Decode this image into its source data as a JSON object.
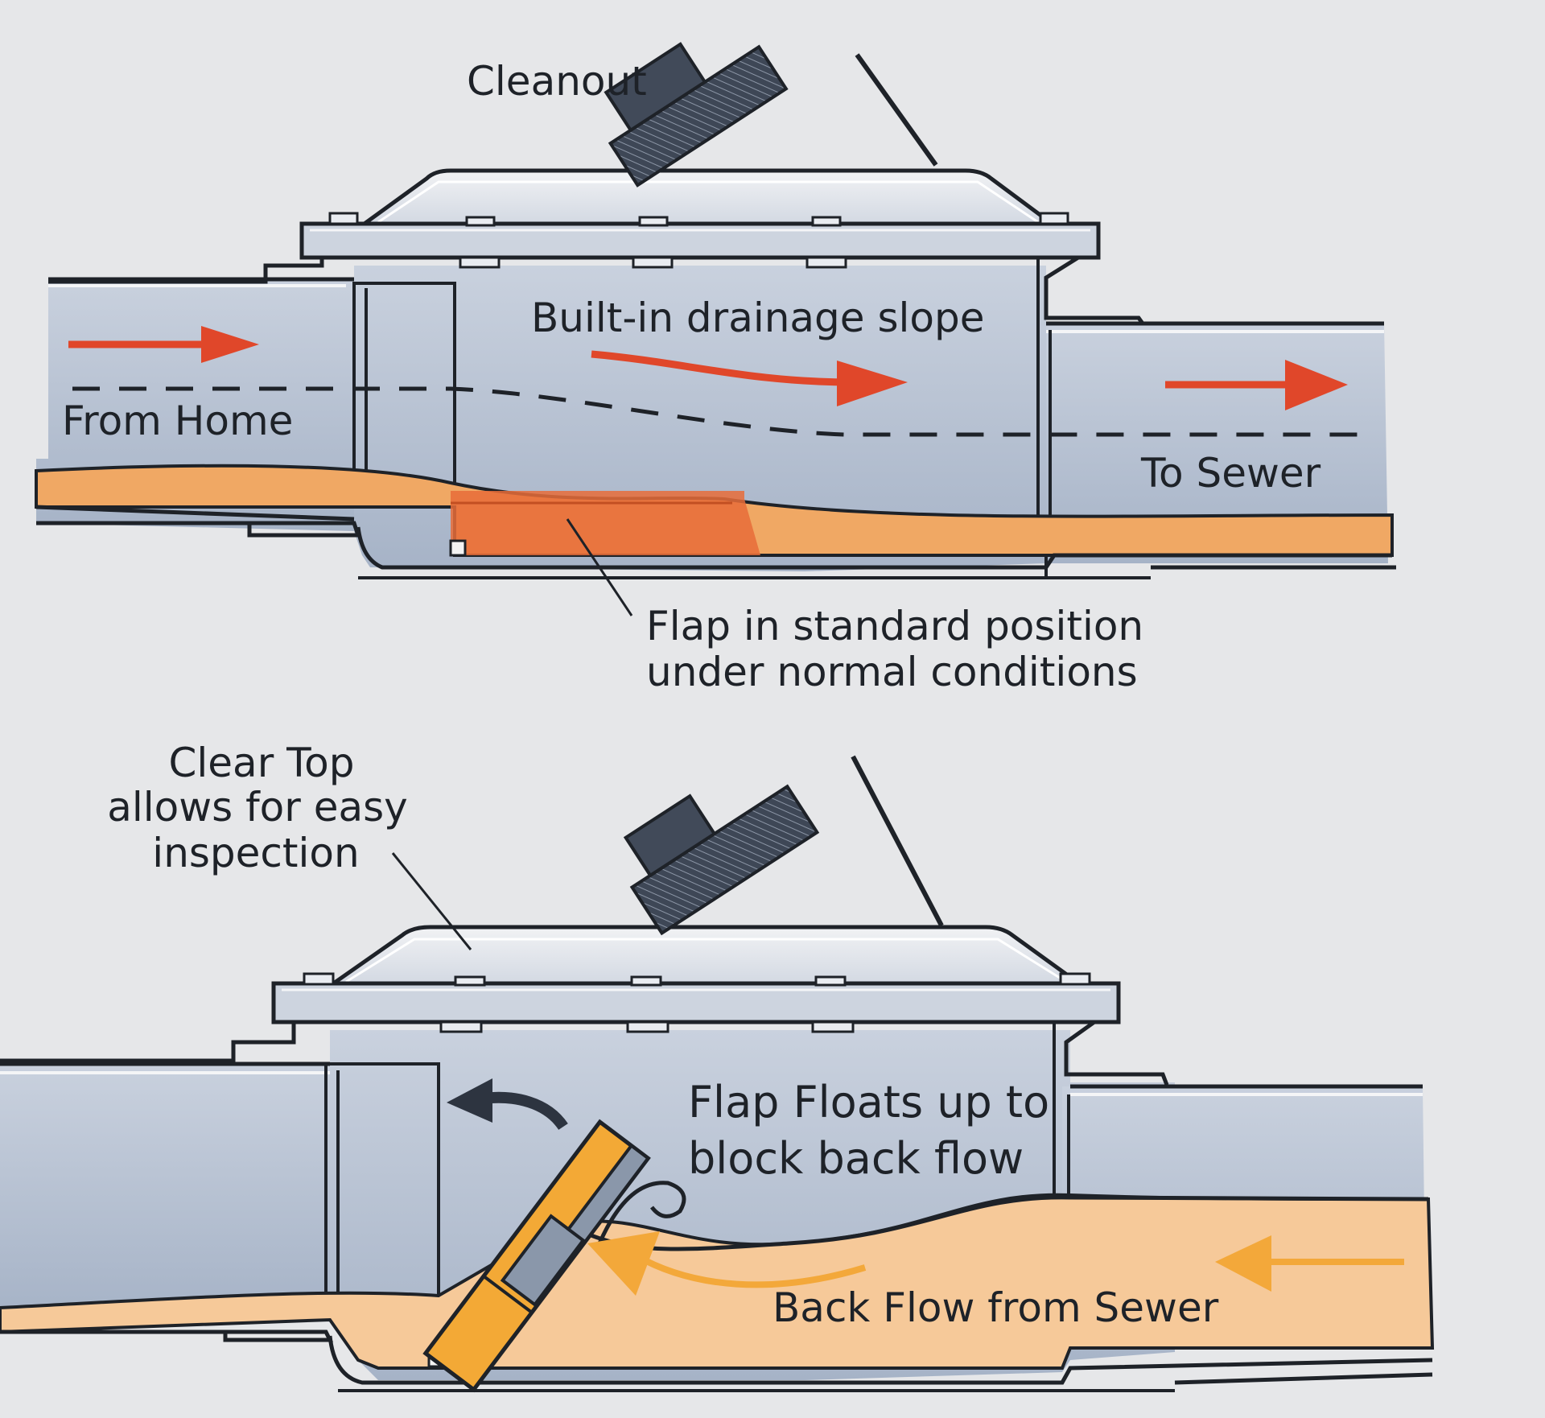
{
  "top_valve": {
    "cleanout_label": "Cleanout",
    "slope_label": "Built-in drainage slope",
    "from_label": "From Home",
    "to_label": "To Sewer",
    "flap_label_line1": "Flap in standard position",
    "flap_label_line2": "under normal conditions"
  },
  "bottom_valve": {
    "clear_top_line1": "Clear Top",
    "clear_top_line2": "allows for easy",
    "clear_top_line3": "inspection",
    "flap_floats_line1": "Flap Floats up to",
    "flap_floats_line2": "block back flow",
    "backflow_label": "Back Flow from Sewer"
  },
  "colors": {
    "background": "#e6e7e9",
    "pipe": "#b8c4d6",
    "outline": "#1e2228",
    "water": "#f0a864",
    "flow_arrow": "#e0472a",
    "backflow_arrow": "#f3a83a",
    "flap": "#f3a936"
  }
}
